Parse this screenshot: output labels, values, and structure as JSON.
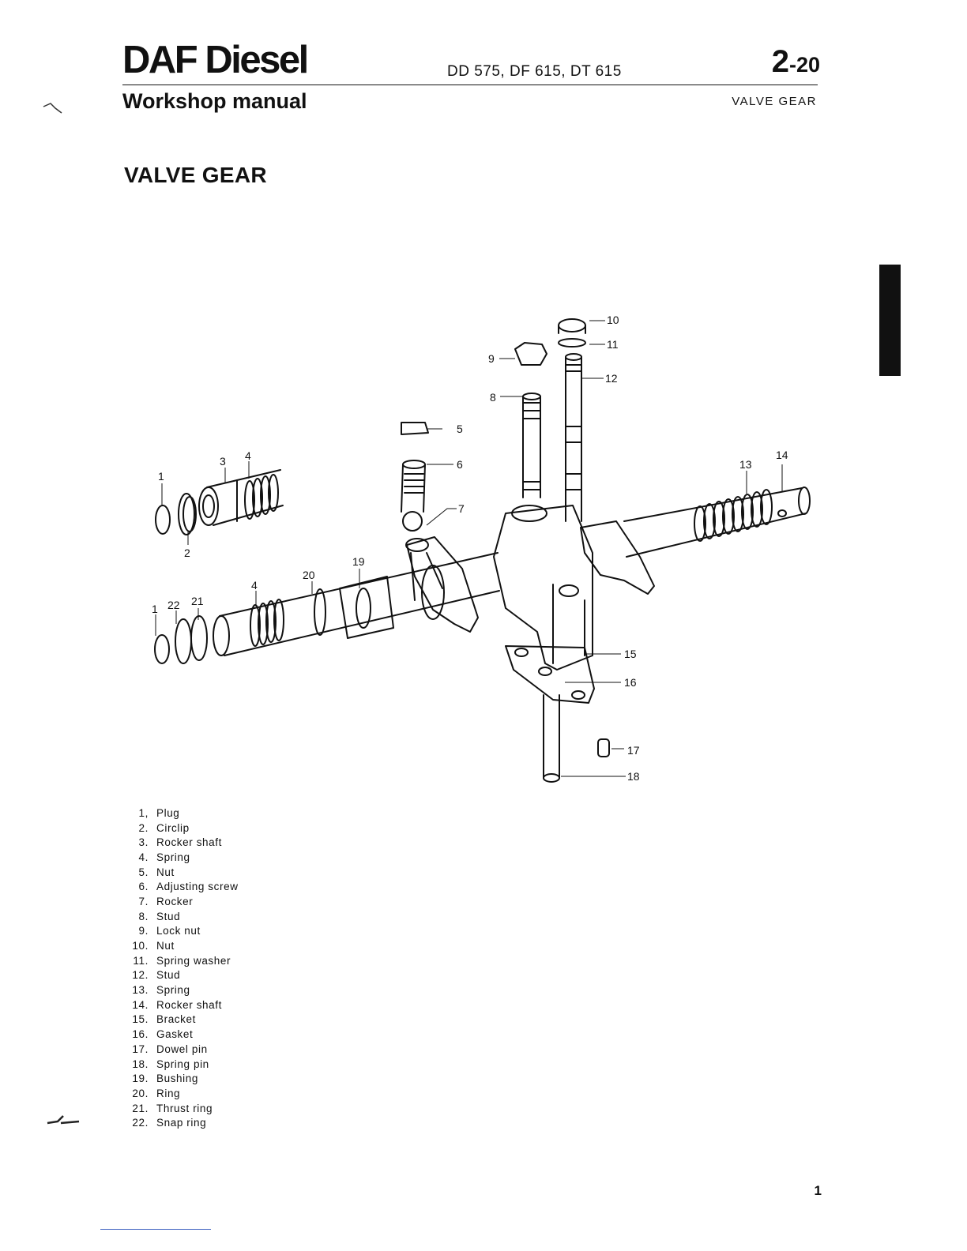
{
  "header": {
    "brand": "DAF Diesel",
    "subtitle": "Workshop manual",
    "models": "DD 575, DF 615, DT 615",
    "chapter": "2",
    "page_ref": "-20",
    "section_tag": "VALVE GEAR"
  },
  "section_heading": "VALVE GEAR",
  "callouts": {
    "c1a": "1",
    "c2": "2",
    "c3": "3",
    "c4a": "4",
    "c5": "5",
    "c6": "6",
    "c7": "7",
    "c8": "8",
    "c9": "9",
    "c10": "10",
    "c11": "11",
    "c12": "12",
    "c13": "13",
    "c14": "14",
    "c15": "15",
    "c16": "16",
    "c17": "17",
    "c18": "18",
    "c19": "19",
    "c20": "20",
    "c4b": "4",
    "c1b": "1",
    "c22": "22",
    "c21": "21"
  },
  "parts": [
    {
      "num": "1,",
      "name": "Plug"
    },
    {
      "num": "2.",
      "name": "Circlip"
    },
    {
      "num": "3.",
      "name": "Rocker shaft"
    },
    {
      "num": "4.",
      "name": "Spring"
    },
    {
      "num": "5.",
      "name": "Nut"
    },
    {
      "num": "6.",
      "name": "Adjusting screw"
    },
    {
      "num": "7.",
      "name": "Rocker"
    },
    {
      "num": "8.",
      "name": "Stud"
    },
    {
      "num": "9.",
      "name": "Lock nut"
    },
    {
      "num": "10.",
      "name": "Nut"
    },
    {
      "num": "11.",
      "name": "Spring washer"
    },
    {
      "num": "12.",
      "name": "Stud"
    },
    {
      "num": "13.",
      "name": "Spring"
    },
    {
      "num": "14.",
      "name": "Rocker shaft"
    },
    {
      "num": "15.",
      "name": "Bracket"
    },
    {
      "num": "16.",
      "name": "Gasket"
    },
    {
      "num": "17.",
      "name": "Dowel pin"
    },
    {
      "num": "18.",
      "name": "Spring pin"
    },
    {
      "num": "19.",
      "name": "Bushing"
    },
    {
      "num": "20.",
      "name": "Ring"
    },
    {
      "num": "21.",
      "name": "Thrust ring"
    },
    {
      "num": "22.",
      "name": "Snap ring"
    }
  ],
  "footer": {
    "page_number": "1"
  }
}
